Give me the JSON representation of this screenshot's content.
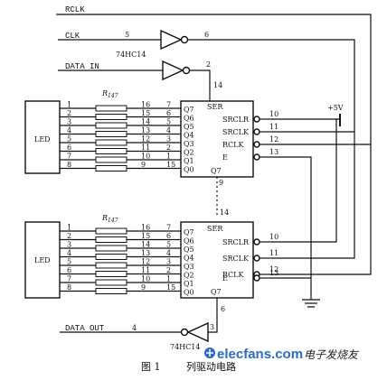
{
  "signals": {
    "rclk": "RCLK",
    "clk": "CLK",
    "data_in": "DATA IN",
    "data_out": "DATA OUT",
    "plus5v": "+5V"
  },
  "buffers": {
    "top_part": "74HC14",
    "bottom_part": "74HC14",
    "clk_in_pin": "5",
    "clk_out_pin": "6",
    "data_in_out_pin": "2",
    "data_out_in_pin": "3",
    "data_out_out_pin": "4"
  },
  "led_label": "LED",
  "resistor_label_main": "R",
  "resistor_label_sub": "147",
  "led_pins": [
    "1",
    "2",
    "3",
    "4",
    "5",
    "6",
    "7",
    "8"
  ],
  "chip_left_pins": [
    "7",
    "6",
    "5",
    "4",
    "3",
    "2",
    "1",
    "15"
  ],
  "chip_top": {
    "ser_label": "SER",
    "ser_pin": "14",
    "outputs": [
      "Q7",
      "Q6",
      "Q5",
      "Q4",
      "Q3",
      "Q2",
      "Q1",
      "Q0"
    ],
    "right_labels": [
      "SRCLR",
      "SRCLK",
      "RCLK",
      "E"
    ],
    "right_pins": [
      "10",
      "11",
      "12",
      "13"
    ],
    "bottom_label": "Q7",
    "bottom_pin": "9"
  },
  "chip_bottom": {
    "ser_label": "SER",
    "ser_pin": "14",
    "outputs": [
      "Q7",
      "Q6",
      "Q5",
      "Q4",
      "Q3",
      "Q2",
      "Q1",
      "Q0"
    ],
    "right_labels": [
      "SRCLR",
      "SRCLK",
      "RCLK",
      "E"
    ],
    "right_pins": [
      "10",
      "11",
      "12",
      "13"
    ],
    "bottom_label": "Q7",
    "bottom_pin": "6"
  },
  "caption": {
    "figure": "图 1",
    "title": "列驱动电路"
  },
  "watermark": {
    "site": "elecfans.com",
    "cn": "电子发烧友"
  }
}
